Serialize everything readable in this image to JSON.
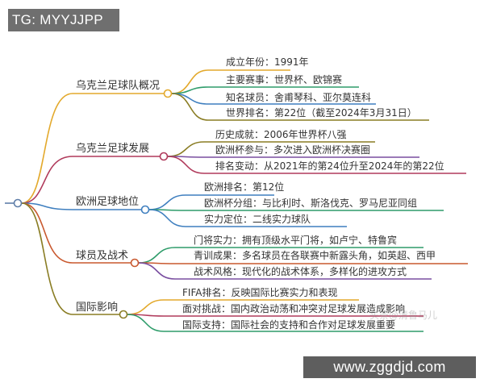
{
  "watermark_top": "TG: MYYJJPP",
  "watermark_site": "www.zggdjd.com",
  "watermark_faint": "头条@清鲁马儿",
  "colors": {
    "root": "#5f7ea8",
    "overview": "#e3a92c",
    "development": "#b03a5b",
    "europe": "#3f7fbf",
    "players": "#c9592f",
    "influence": "#8a7d24",
    "leaf_overview": [
      "#e3a92c",
      "#2e9c6a",
      "#3f7fbf",
      "#8a7d24"
    ],
    "leaf_development": [
      "#8a7d24",
      "#7a4fa0",
      "#b03a5b"
    ],
    "leaf_europe": [
      "#3f7fbf",
      "#2e9c6a",
      "#3f7fbf"
    ],
    "leaf_players": [
      "#2e9c6a",
      "#c9592f",
      "#7a4fa0"
    ],
    "leaf_influence": [
      "#e3a92c",
      "#b03a5b",
      "#2e9c6a"
    ]
  },
  "branches": [
    {
      "label": "乌克兰足球队概况",
      "items": [
        "成立年份：1991年",
        "主要赛事：世界杯、欧锦赛",
        "知名球员：舍甫琴科、亚尔莫连科",
        "世界排名：第22位（截至2024年3月31日）"
      ]
    },
    {
      "label": "乌克兰足球发展",
      "items": [
        "历史成就：2006年世界杯八强",
        "欧洲杯参与：多次进入欧洲杯决赛圈",
        "排名变动：从2021年的第24位升至2024年的第22位"
      ]
    },
    {
      "label": "欧洲足球地位",
      "items": [
        "欧洲排名：第12位",
        "欧洲杯分组：与比利时、斯洛伐克、罗马尼亚同组",
        "实力定位：二线实力球队"
      ]
    },
    {
      "label": "球员及战术",
      "items": [
        "门将实力：拥有顶级水平门将，如卢宁、特鲁宾",
        "青训成果：多名球员在各联赛中新露头角，如英超、西甲",
        "战术风格：现代化的战术体系，多样化的进攻方式"
      ]
    },
    {
      "label": "国际影响",
      "items": [
        "FIFA排名：反映国际比赛实力和表现",
        "面对挑战：国内政治动荡和冲突对足球发展造成影响",
        "国际支持：国际社会的支持和合作对足球发展重要"
      ]
    }
  ]
}
